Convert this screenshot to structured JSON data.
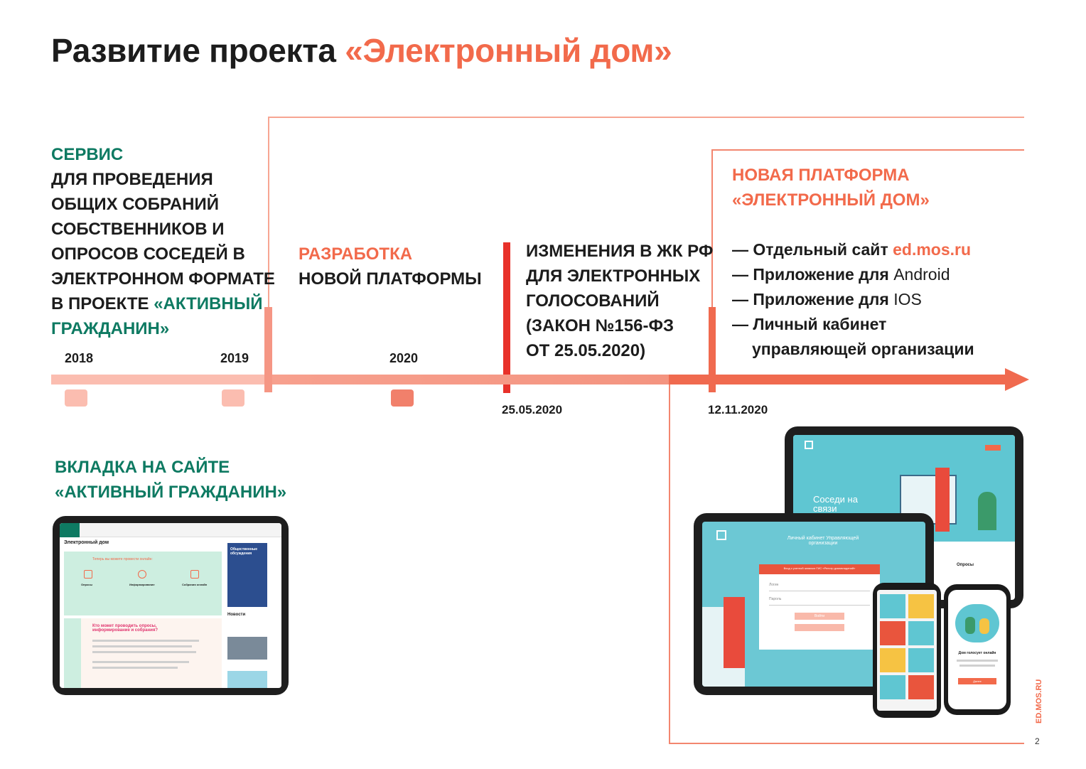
{
  "title": {
    "main": "Развитие проекта ",
    "accent": "«Электронный дом»"
  },
  "block_service": {
    "line1": "СЕРВИС",
    "line2": "ДЛЯ ПРОВЕДЕНИЯ",
    "line3": "ОБЩИХ СОБРАНИЙ",
    "line4": "СОБСТВЕННИКОВ И",
    "line5": "ОПРОСОВ СОСЕДЕЙ В",
    "line6": "ЭЛЕКТРОННОМ ФОРМАТЕ",
    "line7_a": "В ПРОЕКТЕ ",
    "line7_b": "«АКТИВНЫЙ",
    "line8": "ГРАЖДАНИН»"
  },
  "block_dev": {
    "line1": "РАЗРАБОТКА",
    "line2": "НОВОЙ ПЛАТФОРМЫ"
  },
  "block_law": {
    "line1": "ИЗМЕНЕНИЯ В ЖК РФ",
    "line2": "ДЛЯ ЭЛЕКТРОННЫХ",
    "line3": "ГОЛОСОВАНИЙ",
    "line4": "(ЗАКОН №156-ФЗ",
    "line5": "ОТ 25.05.2020)"
  },
  "block_new": {
    "line1": "НОВАЯ ПЛАТФОРМА",
    "line2": "«ЭЛЕКТРОННЫЙ ДОМ»",
    "items": [
      {
        "bold": "— Отдельный сайт ",
        "extra": "ed.mos.ru"
      },
      {
        "bold": "— Приложение для ",
        "extra": "Android"
      },
      {
        "bold": "— Приложение для ",
        "extra": "IOS"
      },
      {
        "bold": "— Личный кабинет",
        "extra": ""
      },
      {
        "bold": "управляющей организации",
        "extra": ""
      }
    ]
  },
  "timeline": {
    "years": [
      "2018",
      "2019",
      "2020"
    ],
    "dates": [
      "25.05.2020",
      "12.11.2020"
    ]
  },
  "tab_block": {
    "line1": "ВКЛАДКА НА САЙТЕ",
    "line2": "«АКТИВНЫЙ ГРАЖДАНИН»"
  },
  "screens": {
    "ag_title": "Электронный дом",
    "ag_tab_heading": "Теперь вы можете провести онлайн:",
    "ag_col1": "Опросы",
    "ag_col2": "Информирование",
    "ag_col3": "Собрания онлайн",
    "ag_who": "Кто может проводить опросы, информирование и собрания?",
    "ag_side1": "Общественные обсуждения",
    "ag_side2": "Новости",
    "ed_hero": "Соседи на связи",
    "ed_cabinet_title": "Личный кабинет Управляющей организации",
    "ed_login_header": "Вход с учетной записью ГИС «Реестр домовладений»",
    "ed_login_field": "Логин",
    "ed_password_field": "Пароль",
    "ed_login_btn": "Войти",
    "ed_polls": "Опросы",
    "phone_title": "Дом голосует онлайн",
    "phone_btn": "Далее"
  },
  "colors": {
    "accent": "#f26a4b",
    "green": "#0e7a62",
    "bar_light": "#fbbdb0",
    "bar_mid": "#f59684",
    "bar_dark": "#f06a4f",
    "marker_red": "#e8312a"
  },
  "footer": {
    "page": "2",
    "url": "ED.MOS.RU"
  }
}
